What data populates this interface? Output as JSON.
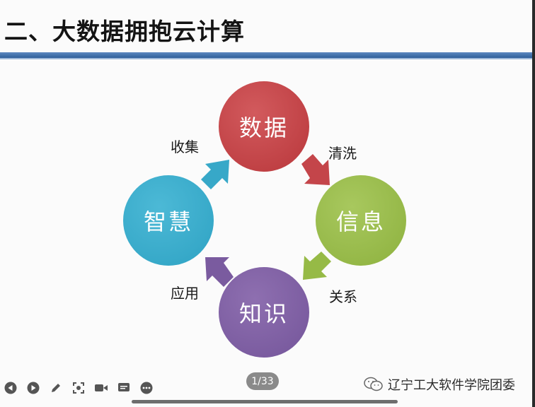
{
  "slide": {
    "title": "二、大数据拥抱云计算",
    "nodes": {
      "data": "数据",
      "information": "信息",
      "knowledge": "知识",
      "wisdom": "智慧"
    },
    "arrows": {
      "collect": "收集",
      "clean": "清洗",
      "relation": "关系",
      "apply": "应用"
    }
  },
  "player": {
    "page_indicator": "1/33",
    "progress": 0.03
  },
  "watermark": {
    "text": "辽宁工大软件学院团委",
    "icon": "wechat-icon"
  },
  "colors": {
    "data": "#c1414a",
    "information": "#97bb4a",
    "knowledge": "#7d5fa3",
    "wisdom": "#39abc9",
    "title_rule": "#3d6ea9"
  }
}
